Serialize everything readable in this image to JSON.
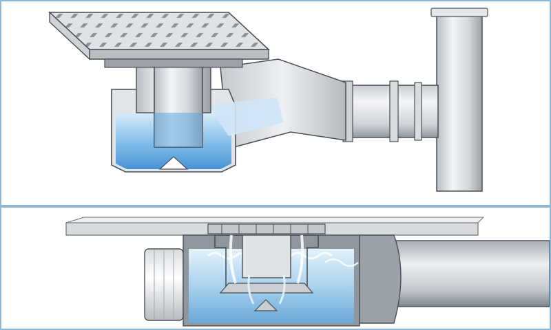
{
  "figure": {
    "panels": [
      {
        "view": "perspective-cutaway",
        "parts": [
          "grate",
          "drain-body",
          "water-seal-bell",
          "water",
          "outlet-pipe",
          "vertical-riser"
        ]
      },
      {
        "view": "side-section",
        "parts": [
          "floor-slab",
          "grate",
          "compression-nut",
          "trap-chamber",
          "bell",
          "flowing-water",
          "outlet-pipe"
        ]
      }
    ],
    "colors": {
      "frame_border": "#8eb6d6",
      "metal_light": "#e6e9ec",
      "metal_mid": "#c3c8cd",
      "metal_dark": "#8f969d",
      "outline": "#4a4f55",
      "water_light": "#bfe0f5",
      "water_dark": "#3f8fd4",
      "floor": "#d9dadb"
    }
  }
}
